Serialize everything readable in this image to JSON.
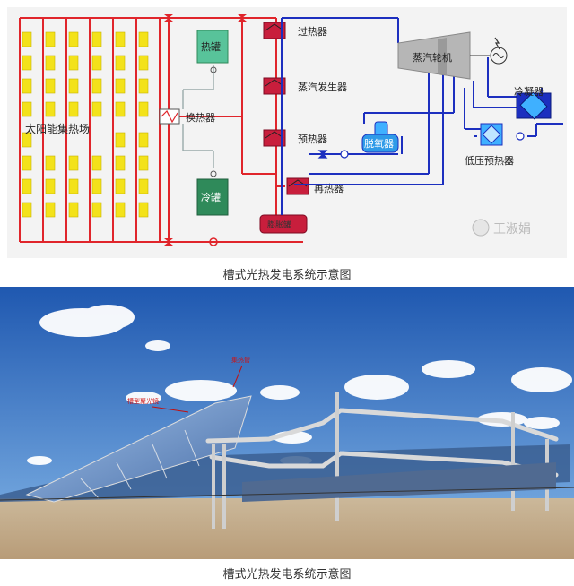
{
  "diagram": {
    "solar_field_label": "太阳能集热场",
    "hot_tank": "热罐",
    "cold_tank": "冷罐",
    "heat_exchanger": "换热器",
    "superheater": "过热器",
    "steam_generator": "蒸汽发生器",
    "preheater": "预热器",
    "reheater": "再热器",
    "expansion_tank": "膨胀罐",
    "turbine": "蒸汽轮机",
    "condenser": "冷凝器",
    "deaerator": "脱氧器",
    "lp_preheater": "低压预热器",
    "watermark": "王淑娟"
  },
  "photo": {
    "label_1": "集热管",
    "label_2": "槽型聚光镜"
  },
  "captions": {
    "top": "槽式光热发电系统示意图",
    "bottom": "槽式光热发电系统示意图"
  },
  "colors": {
    "oil_loop": "#e0252b",
    "water_loop": "#1c2fbf",
    "collector": "#f3e21a",
    "hot_tank": "#58c39a",
    "cold_tank": "#2f8a5a",
    "hx_fill": "#c81e3c",
    "sky": "#2d6cc0"
  }
}
